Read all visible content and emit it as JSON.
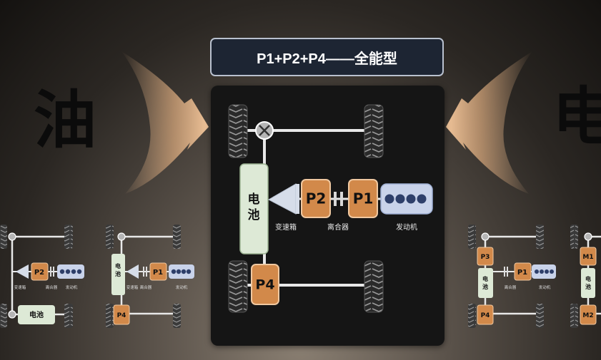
{
  "side_labels": {
    "left": "油",
    "right": "电"
  },
  "title": "P1+P2+P4——全能型",
  "main_diagram": {
    "battery": "电池",
    "p2": "P2",
    "p1": "P1",
    "p4": "P4",
    "gearbox": "变速箱",
    "clutch": "离合器",
    "engine": "发动机"
  },
  "thumb_p2": {
    "p2": "P2",
    "gearbox": "变速箱",
    "clutch": "离合器",
    "engine": "发动机",
    "battery": "电池"
  },
  "thumb_p1p4": {
    "battery": "电池",
    "p1": "P1",
    "p4": "P4",
    "gearbox": "变速箱",
    "clutch": "离合器",
    "engine": "发动机"
  },
  "thumb_p1p3p4": {
    "p3": "P3",
    "battery": "电池",
    "p1": "P1",
    "p4": "P4",
    "clutch": "离合器",
    "engine": "发动机"
  },
  "thumb_m1m2": {
    "m1": "M1",
    "battery": "电池",
    "m2": "M2"
  },
  "colors": {
    "title_bg": "#1d2533",
    "motor_orange": "#d2894a",
    "battery_green": "#dde9d6",
    "engine_blue": "#c9d3ea",
    "arrow_tan": "#e7b88c"
  }
}
